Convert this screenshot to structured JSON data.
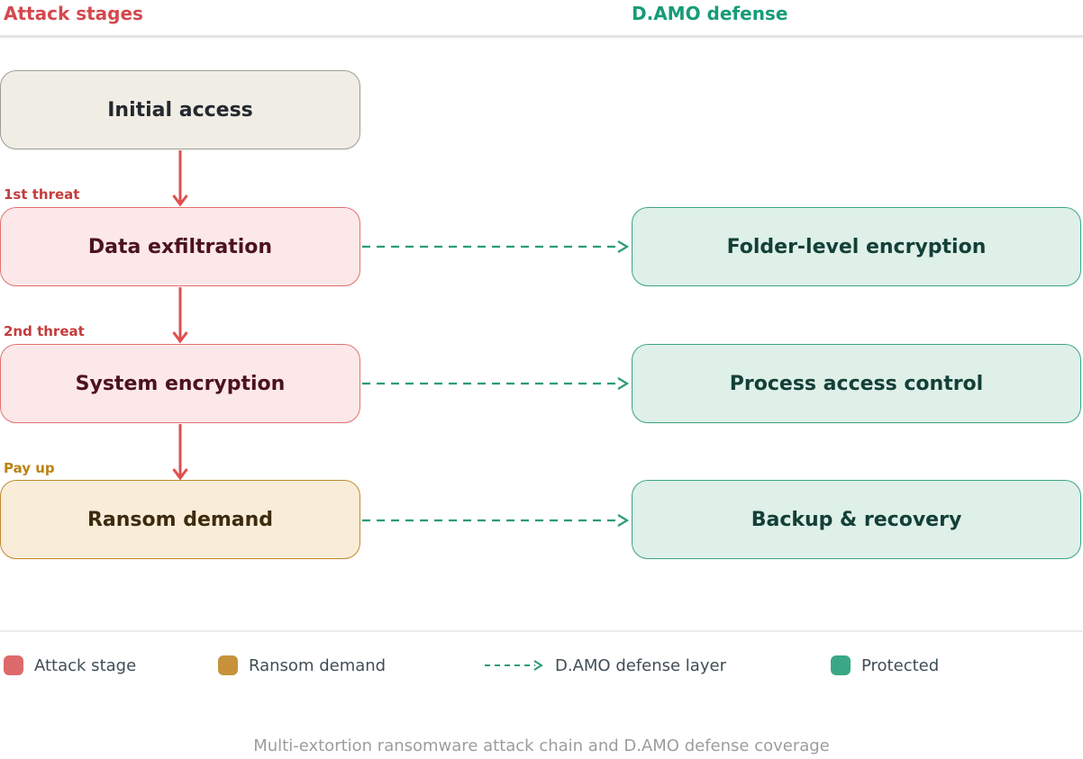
{
  "header": {
    "attack_column": "Attack stages",
    "defense_column": "D.AMO defense"
  },
  "attack_stages": [
    {
      "label": "Initial access",
      "tag": "",
      "type": "neutral"
    },
    {
      "label": "Data exfiltration",
      "tag": "1st threat",
      "type": "attack"
    },
    {
      "label": "System encryption",
      "tag": "2nd threat",
      "type": "attack"
    },
    {
      "label": "Ransom demand",
      "tag": "Pay up",
      "type": "ransom"
    }
  ],
  "defenses": [
    {
      "label": "Folder-level encryption"
    },
    {
      "label": "Process access control"
    },
    {
      "label": "Backup & recovery"
    }
  ],
  "legend": [
    {
      "label": "Attack stage",
      "kind": "swatch",
      "swatch_color": "#dd6a6a"
    },
    {
      "label": "Ransom demand",
      "kind": "swatch",
      "swatch_color": "#c8923a"
    },
    {
      "label": "D.AMO defense layer",
      "kind": "dashed-arrow",
      "arrow_color": "#2a9c78"
    },
    {
      "label": "Protected",
      "kind": "swatch",
      "swatch_color": "#3aa886"
    }
  ],
  "caption": "Multi-extortion ransomware attack chain and D.AMO defense coverage",
  "colors": {
    "attack_header": "#d4484e",
    "defense_header": "#169c77",
    "attack_arrow": "#e04f4f",
    "defense_link_arrow": "#2a9c78",
    "neutral_fill": "#f0ede5",
    "threat_fill": "#fce8e8",
    "threat_border": "#e37070",
    "ransom_fill": "#f9edd9",
    "ransom_border": "#c08a2d",
    "defense_fill": "#def0e8",
    "defense_border": "#3ba485"
  }
}
